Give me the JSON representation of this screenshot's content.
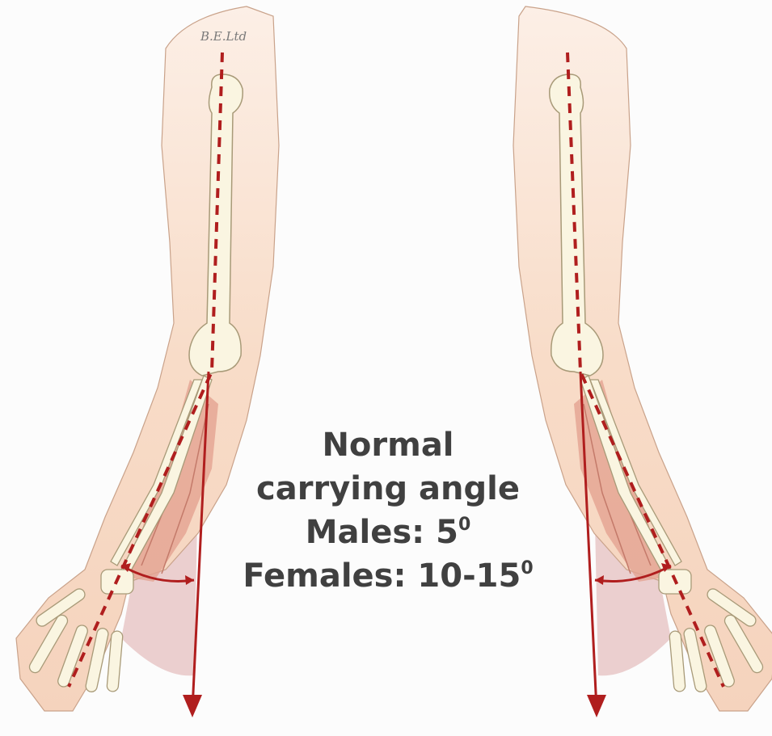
{
  "watermark": "B.E.Ltd",
  "caption": {
    "line1": "Normal",
    "line2": "carrying angle",
    "males_label": "Males: 5",
    "males_sup": "0",
    "females_label": "Females: 10-15",
    "females_sup": "0"
  },
  "colors": {
    "skin": "#f8dcc8",
    "skin_edge": "#c9a28a",
    "bone": "#faf5e1",
    "bone_edge": "#a89a78",
    "muscle": "#e3a291",
    "shadow": "#d79a9a",
    "axis": "#b01e1e"
  }
}
